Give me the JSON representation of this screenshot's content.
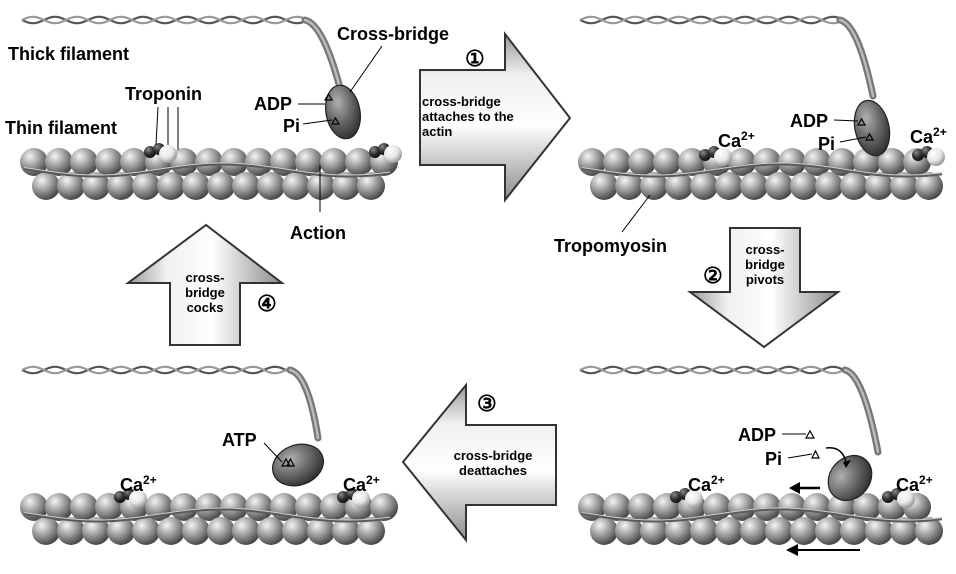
{
  "labels": {
    "thick_filament": "Thick filament",
    "thin_filament": "Thin filament",
    "troponin": "Troponin",
    "cross_bridge": "Cross-bridge",
    "adp": "ADP",
    "pi": "Pi",
    "action": "Action",
    "tropomyosin": "Tropomyosin",
    "atp": "ATP",
    "ca": "Ca",
    "ca_charge": "2+"
  },
  "steps": [
    {
      "number": "①",
      "lines": [
        "cross-bridge",
        "attaches to the",
        "actin"
      ]
    },
    {
      "number": "②",
      "lines": [
        "cross-",
        "bridge",
        "pivots"
      ]
    },
    {
      "number": "③",
      "lines": [
        "cross-bridge",
        "deattaches"
      ]
    },
    {
      "number": "④",
      "lines": [
        "cross-",
        "bridge",
        "cocks"
      ]
    }
  ],
  "colors": {
    "actin_bead": "#8c8c8c",
    "arrow_fill": "#e0e0e0",
    "myosin_head": "#6e6e6e",
    "troponin_dark": "#3a3a3a",
    "troponin_light": "#e8e8e8"
  }
}
